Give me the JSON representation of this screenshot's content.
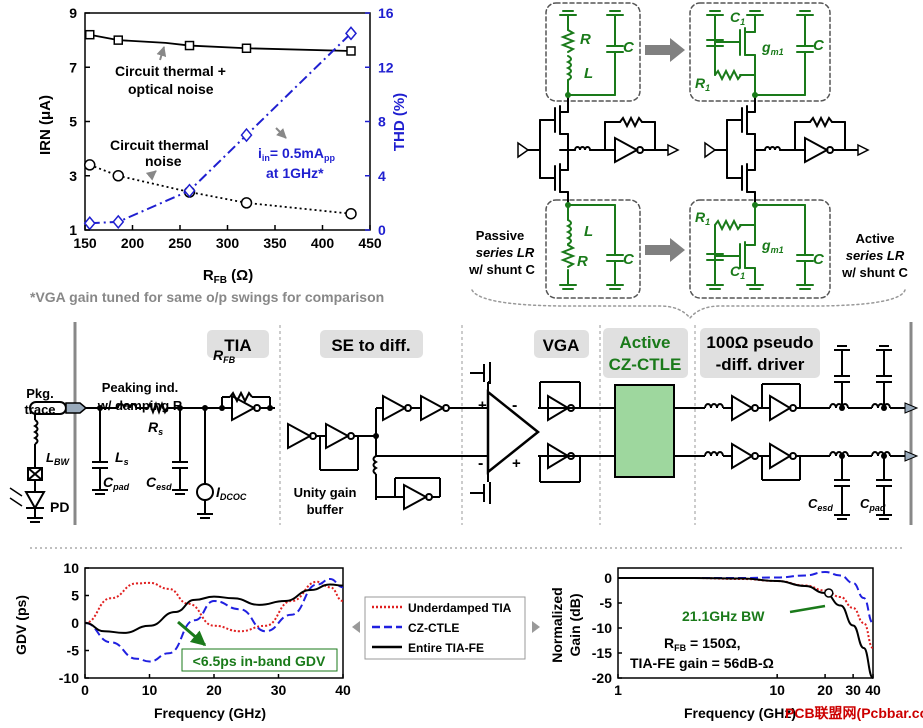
{
  "top_chart": {
    "type": "line",
    "ylabel_left": "IRN (μA)",
    "ylabel_right": "THD (%)",
    "xlabel": "R",
    "xlabel_sub": "FB",
    "xlabel_unit": " (Ω)",
    "x_ticks": [
      "150",
      "200",
      "250",
      "300",
      "350",
      "400",
      "450"
    ],
    "y_ticks_left": [
      "1",
      "3",
      "5",
      "7",
      "9"
    ],
    "y_ticks_right": [
      "0",
      "4",
      "8",
      "12",
      "16"
    ],
    "ylim_left": [
      1,
      9
    ],
    "ylim_right": [
      0,
      16
    ],
    "xlim": [
      150,
      450
    ],
    "series": [
      {
        "x": [
          155,
          185,
          235,
          260,
          320,
          430
        ],
        "values": [
          8.2,
          8.0,
          7.9,
          7.8,
          7.7,
          7.6
        ]
      },
      {
        "x": [
          155,
          185,
          260,
          320,
          430
        ],
        "values": [
          3.4,
          3.0,
          2.4,
          2.0,
          1.6
        ]
      },
      {
        "x": [
          155,
          185,
          260,
          320,
          430
        ],
        "values": [
          0.5,
          0.6,
          2.9,
          7.0,
          14.5
        ]
      }
    ],
    "annotations": {
      "thermal_optical": [
        "Circuit thermal +",
        "optical noise"
      ],
      "thermal": [
        "Circuit thermal",
        "noise"
      ],
      "iin": [
        "i",
        "in",
        "= 0.5mA",
        "pp",
        "at 1GHz*"
      ]
    },
    "footnote": "*VGA gain tuned for same o/p swings for comparison"
  },
  "top_circuit": {
    "passive_label": [
      "Passive",
      "series LR",
      "w/ shunt C"
    ],
    "active_label": [
      "Active",
      "series LR",
      "w/ shunt C"
    ],
    "components": {
      "R": "R",
      "L": "L",
      "C": "C",
      "C1": "C",
      "C1_sub": "1",
      "gm1": "g",
      "gm1_sub": "m1",
      "R1": "R",
      "R1_sub": "1"
    }
  },
  "block_diagram": {
    "pkg_trace": [
      "Pkg.",
      "trace"
    ],
    "lbw": "L",
    "lbw_sub": "BW",
    "pd": "PD",
    "peaking": [
      "Peaking ind.",
      "w/ damping R"
    ],
    "ls": "L",
    "ls_sub": "s",
    "rs": "R",
    "rs_sub": "s",
    "cpad": "C",
    "cpad_sub": "pad",
    "cesd": "C",
    "cesd_sub": "esd",
    "idcoc": "I",
    "idcoc_sub": "DCOC",
    "rfb": "R",
    "rfb_sub": "FB",
    "tia": "TIA",
    "se_diff": "SE to diff.",
    "unity_gain": [
      "Unity gain",
      "buffer"
    ],
    "vga": "VGA",
    "ctle": [
      "Active",
      "CZ-CTLE"
    ],
    "driver": [
      "100Ω pseudo",
      "-diff. driver"
    ],
    "plus": "+",
    "minus": "-"
  },
  "chart_gdv": {
    "type": "line",
    "ylabel": "GDV (ps)",
    "xlabel": "Frequency (GHz)",
    "x_ticks": [
      "0",
      "10",
      "20",
      "30",
      "40"
    ],
    "y_ticks": [
      "10",
      "5",
      "0",
      "-5",
      "-10"
    ],
    "xlim": [
      0,
      40
    ],
    "ylim": [
      -10,
      10
    ],
    "annotation": "<6.5ps in-band GDV",
    "series": [
      {
        "name": "Underdamped TIA",
        "color": "#e02020",
        "x": [
          0,
          4,
          8,
          10,
          13,
          16,
          20,
          24,
          28,
          32,
          36,
          38,
          40
        ],
        "values": [
          0,
          4.5,
          7.2,
          7.3,
          6.2,
          3.5,
          -0.5,
          -1.5,
          -0.5,
          4.0,
          7.5,
          6.5,
          4.0
        ]
      },
      {
        "name": "CZ-CTLE",
        "color": "#2020e0",
        "x": [
          0,
          4,
          8,
          10,
          13,
          17,
          20,
          24,
          28,
          32,
          36,
          38,
          40
        ],
        "values": [
          0,
          -3.5,
          -6.5,
          -7.0,
          -5.5,
          0.5,
          4.0,
          2.5,
          -1.5,
          1.5,
          7.0,
          8.0,
          6.5
        ]
      },
      {
        "name": "Entire TIA-FE",
        "color": "#000000",
        "x": [
          0,
          3,
          6,
          10,
          14,
          17,
          20,
          23,
          27,
          31,
          35,
          38,
          40
        ],
        "values": [
          0,
          -1.5,
          -1.8,
          -0.5,
          2.0,
          4.2,
          4.8,
          4.5,
          3.3,
          4.0,
          6.0,
          7.0,
          6.8
        ]
      }
    ]
  },
  "chart_gain": {
    "type": "line",
    "ylabel": [
      "Normalized",
      "Gain (dB)"
    ],
    "xlabel": "Frequency (GHz)",
    "x_ticks": [
      "1",
      "10",
      "20",
      "30",
      "40"
    ],
    "y_ticks": [
      "0",
      "-5",
      "-10",
      "-15",
      "-20"
    ],
    "xlim": [
      1,
      40
    ],
    "ylim": [
      -20,
      2
    ],
    "log_x": true,
    "bw_label": "21.1GHz BW",
    "rfb_text": "R",
    "rfb_sub": "FB",
    "rfb_val": " = 150Ω,",
    "gain_text": "TIA-FE gain = 56dB-Ω",
    "series": [
      {
        "color": "#e02020",
        "x": [
          1,
          3,
          6,
          10,
          15,
          20,
          25,
          30,
          35,
          40
        ],
        "values": [
          0,
          0,
          -0.2,
          -0.6,
          -1.5,
          -2.5,
          -3.8,
          -6,
          -9,
          -14
        ]
      },
      {
        "color": "#2020e0",
        "x": [
          1,
          3,
          6,
          10,
          15,
          20,
          25,
          30,
          35,
          40
        ],
        "values": [
          0,
          0,
          0,
          0.1,
          0.5,
          1.2,
          0.5,
          -1.0,
          -4,
          -9
        ]
      },
      {
        "color": "#000000",
        "x": [
          1,
          3,
          6,
          10,
          15,
          20,
          25,
          30,
          35,
          40
        ],
        "values": [
          0,
          0,
          -0.1,
          -0.6,
          -1.6,
          -3.0,
          -5.5,
          -9.5,
          -14,
          -20
        ]
      }
    ]
  },
  "watermark": "PCB联盟网(Pcbbar.com)"
}
